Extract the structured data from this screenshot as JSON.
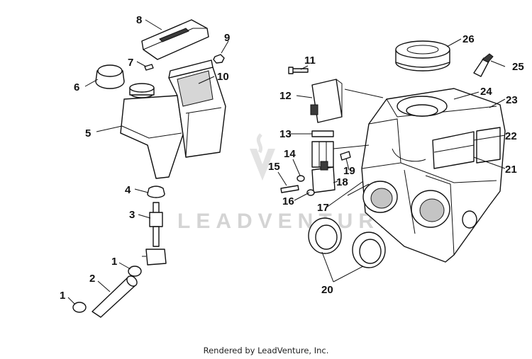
{
  "diagram": {
    "watermark_text": "LEADVENTURE",
    "footer_text": "Rendered by LeadVenture, Inc.",
    "callouts": {
      "c1a": "1",
      "c1b": "1",
      "c2": "2",
      "c3": "3",
      "c4": "4",
      "c5": "5",
      "c6": "6",
      "c7": "7",
      "c8": "8",
      "c9": "9",
      "c10": "10",
      "c11": "11",
      "c12": "12",
      "c13": "13",
      "c14": "14",
      "c15": "15",
      "c16": "16",
      "c17": "17",
      "c18": "18",
      "c19": "19",
      "c20": "20",
      "c21": "21",
      "c22": "22",
      "c23": "23",
      "c24": "24",
      "c25": "25",
      "c26": "26"
    }
  }
}
